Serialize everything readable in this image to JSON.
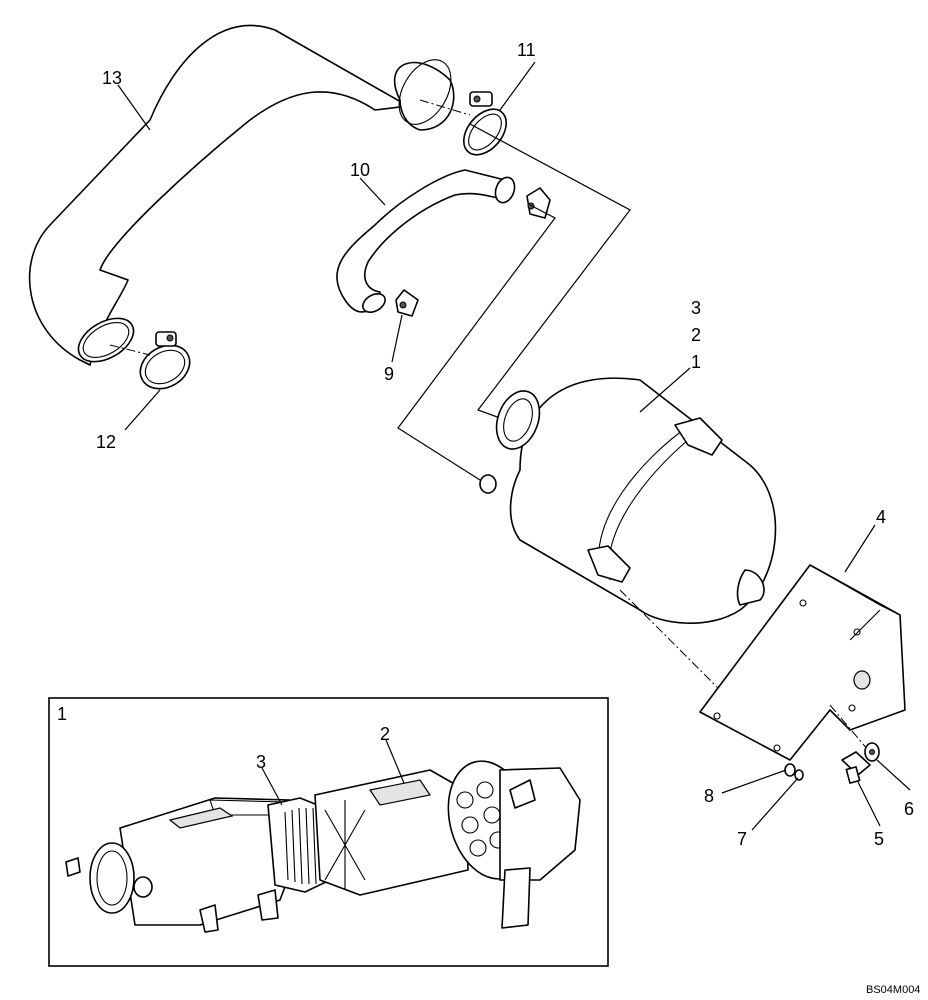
{
  "callouts": {
    "c1": "1",
    "c2": "2",
    "c3": "3",
    "c4": "4",
    "c5": "5",
    "c6": "6",
    "c7": "7",
    "c8": "8",
    "c9": "9",
    "c10": "10",
    "c11": "11",
    "c12": "12",
    "c13": "13"
  },
  "inset": {
    "title": "1",
    "c2": "2",
    "c3": "3"
  },
  "drawing_code": "BS04M004"
}
